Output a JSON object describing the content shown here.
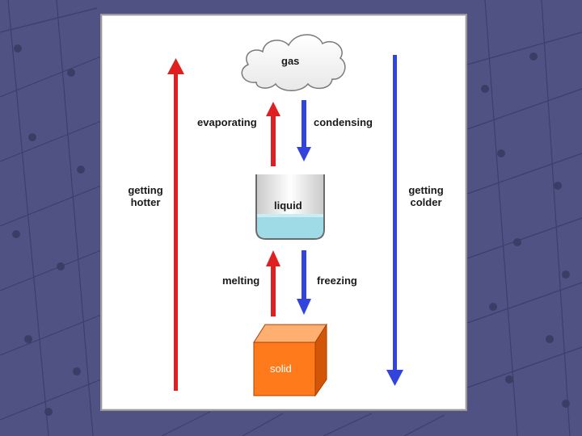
{
  "diagram": {
    "gas_label": "gas",
    "liquid_label": "liquid",
    "solid_label": "solid",
    "evaporating_label": "evaporating",
    "condensing_label": "condensing",
    "melting_label": "melting",
    "freezing_label": "freezing",
    "hotter_line1": "getting",
    "hotter_line2": "hotter",
    "colder_line1": "getting",
    "colder_line2": "colder"
  },
  "colors": {
    "background": "#4f5282",
    "warm_arrow": "#e02020",
    "cool_arrow": "#3344dd",
    "liquid_fill": "#9fdbe6",
    "solid_front": "#ff7a1a",
    "solid_top": "#ffb070",
    "solid_side": "#d25508"
  }
}
